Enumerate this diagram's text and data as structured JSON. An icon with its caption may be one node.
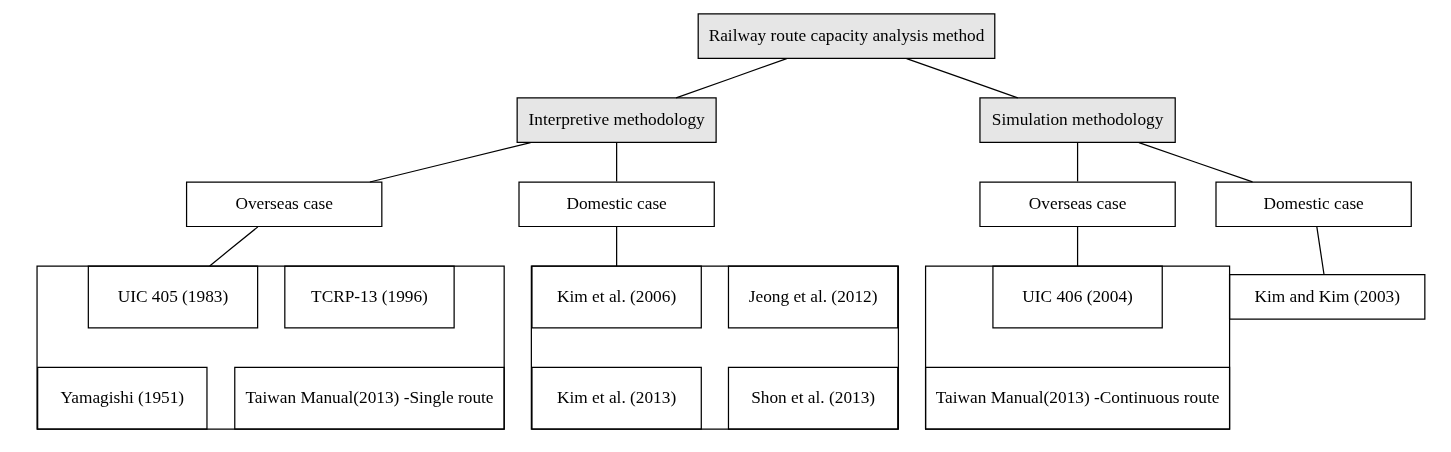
{
  "diagram": {
    "nodes": [
      {
        "text": [
          "Railway route capacity analysis method"
        ]
      },
      {
        "text": [
          "Interpretive methodology"
        ]
      },
      {
        "text": [
          "Simulation methodology"
        ]
      },
      {
        "text": [
          "Overseas case"
        ]
      },
      {
        "text": [
          "Domestic case"
        ]
      },
      {
        "text": [
          "Overseas case"
        ]
      },
      {
        "text": [
          "Domestic case"
        ]
      },
      {
        "text": [],
        "shape": "box"
      },
      {
        "text": [
          "UIC 405 (1983)"
        ],
        "in": 7
      },
      {
        "text": [
          "TCRP-13 (1996)"
        ],
        "in": 7
      },
      {
        "text": [
          "Yamagishi (1951)"
        ],
        "in": 7
      },
      {
        "text": [
          "Taiwan Manual(2013) -Single route"
        ],
        "in": 7
      },
      {
        "text": [],
        "shape": "box"
      },
      {
        "text": [
          "Kim et al. (2006)"
        ],
        "in": 12
      },
      {
        "text": [
          "Jeong et al. (2012)"
        ],
        "in": 12
      },
      {
        "text": [
          "Kim et al. (2013)"
        ],
        "in": 12
      },
      {
        "text": [
          "Shon et al. (2013)"
        ],
        "in": 12
      },
      {
        "text": [],
        "shape": "box"
      },
      {
        "text": [
          "UIC 406 (2004)"
        ],
        "in": 17
      },
      {
        "text": [
          "Taiwan Manual(2013) -Continuous route"
        ],
        "in": 17
      },
      {
        "text": [
          "Kim and Kim (2003)"
        ]
      }
    ],
    "edges": [
      {
        "from": 0,
        "to": 1,
        "arrow": "none"
      },
      {
        "from": 0,
        "to": 2,
        "arrow": "none"
      },
      {
        "from": 1,
        "to": 3,
        "arrow": "none"
      },
      {
        "from": 1,
        "to": 4,
        "arrow": "none"
      },
      {
        "from": 2,
        "to": 5,
        "arrow": "none"
      },
      {
        "from": 2,
        "to": 6,
        "arrow": "none"
      },
      {
        "from": 3,
        "to": 7,
        "arrow": "none"
      },
      {
        "from": 4,
        "to": 12,
        "arrow": "none"
      },
      {
        "from": 5,
        "to": 17,
        "arrow": "none"
      },
      {
        "from": 6,
        "to": 20,
        "arrow": "none"
      }
    ]
  }
}
